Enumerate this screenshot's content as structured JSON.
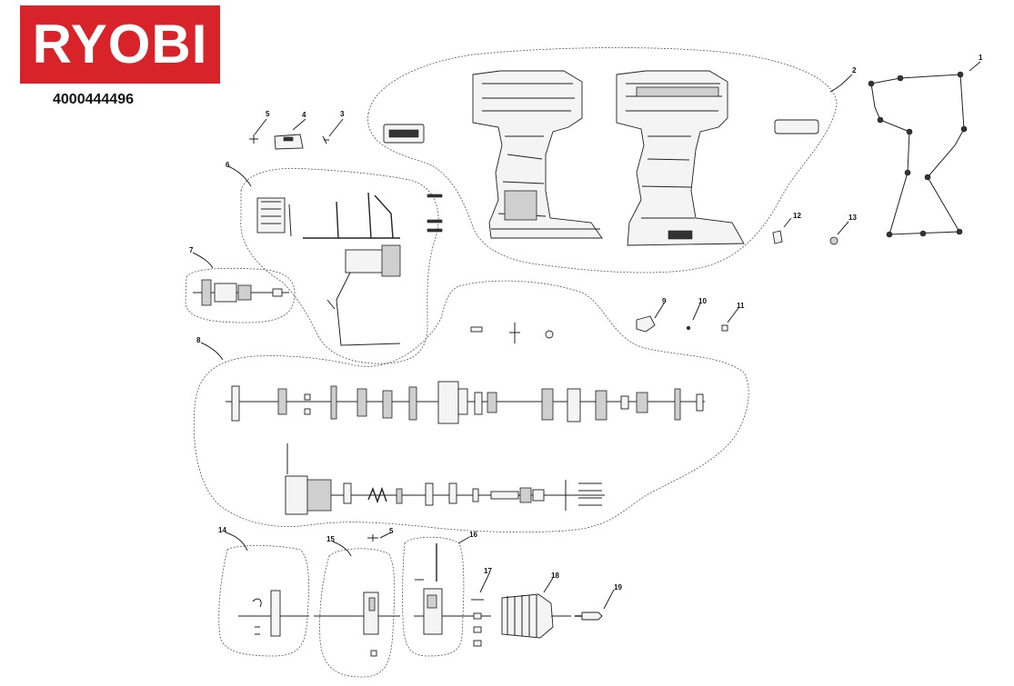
{
  "brand": {
    "logo_text": "RYOBI",
    "logo_color": "#d8232a",
    "part_number": "4000444496"
  },
  "callouts": [
    "1",
    "2",
    "3",
    "4",
    "5",
    "6",
    "7",
    "8",
    "9",
    "10",
    "11",
    "12",
    "13",
    "14",
    "15",
    "5",
    "16",
    "17",
    "18",
    "19"
  ]
}
